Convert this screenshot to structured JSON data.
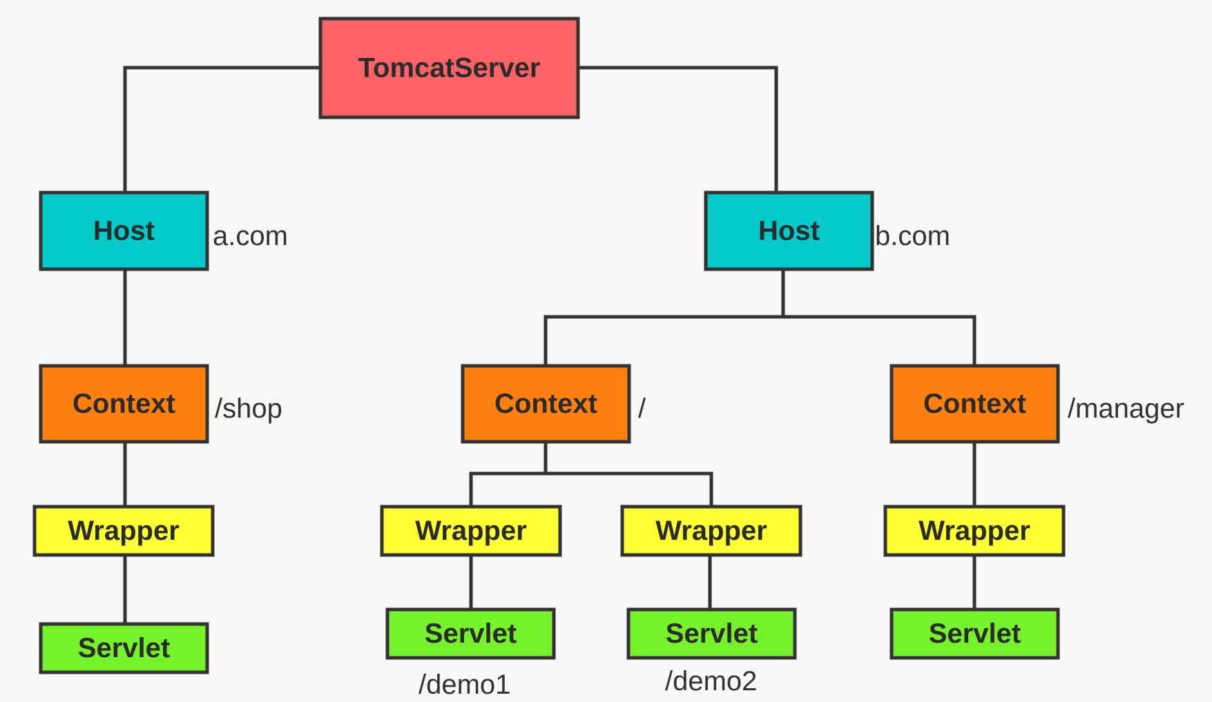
{
  "colors": {
    "background": "#f7f7f7",
    "connector": "#333333",
    "border": "#333333",
    "server": "#ff6266",
    "host": "#04c9c9",
    "context": "#ff7f11",
    "wrapper": "#ffff33",
    "servlet": "#75f22c",
    "text": "#2b2b2b",
    "annotation": "#333333"
  },
  "nodes": {
    "server": {
      "label": "TomcatServer",
      "type": "server"
    },
    "host_a": {
      "label": "Host",
      "type": "host",
      "annotation": "a.com"
    },
    "host_b": {
      "label": "Host",
      "type": "host",
      "annotation": "b.com"
    },
    "context_shop": {
      "label": "Context",
      "type": "context",
      "annotation": "/shop"
    },
    "context_root": {
      "label": "Context",
      "type": "context",
      "annotation": "/"
    },
    "context_manager": {
      "label": "Context",
      "type": "context",
      "annotation": "/manager"
    },
    "wrapper_shop": {
      "label": "Wrapper",
      "type": "wrapper"
    },
    "wrapper_demo1": {
      "label": "Wrapper",
      "type": "wrapper"
    },
    "wrapper_demo2": {
      "label": "Wrapper",
      "type": "wrapper"
    },
    "wrapper_manager": {
      "label": "Wrapper",
      "type": "wrapper"
    },
    "servlet_shop": {
      "label": "Servlet",
      "type": "servlet"
    },
    "servlet_demo1": {
      "label": "Servlet",
      "type": "servlet",
      "annotation": "/demo1"
    },
    "servlet_demo2": {
      "label": "Servlet",
      "type": "servlet",
      "annotation": "/demo2"
    },
    "servlet_manager": {
      "label": "Servlet",
      "type": "servlet"
    }
  },
  "edges": [
    {
      "from": "server",
      "to": "host_a"
    },
    {
      "from": "server",
      "to": "host_b"
    },
    {
      "from": "host_a",
      "to": "context_shop"
    },
    {
      "from": "host_b",
      "to": "context_root"
    },
    {
      "from": "host_b",
      "to": "context_manager"
    },
    {
      "from": "context_shop",
      "to": "wrapper_shop"
    },
    {
      "from": "context_root",
      "to": "wrapper_demo1"
    },
    {
      "from": "context_root",
      "to": "wrapper_demo2"
    },
    {
      "from": "context_manager",
      "to": "wrapper_manager"
    },
    {
      "from": "wrapper_shop",
      "to": "servlet_shop"
    },
    {
      "from": "wrapper_demo1",
      "to": "servlet_demo1"
    },
    {
      "from": "wrapper_demo2",
      "to": "servlet_demo2"
    },
    {
      "from": "wrapper_manager",
      "to": "servlet_manager"
    }
  ]
}
